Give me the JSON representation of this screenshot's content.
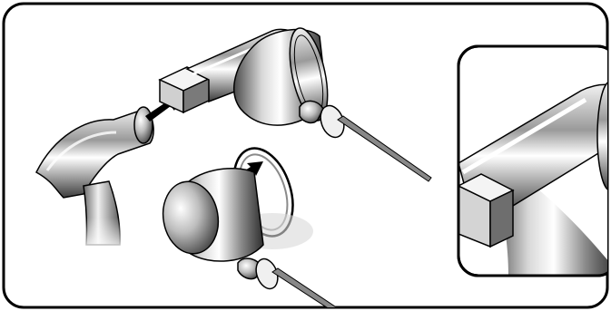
{
  "illustration": {
    "main_panel": {
      "parts": [
        "hammer-head",
        "handle",
        "block-adapter",
        "cylinder-head",
        "ring",
        "pin",
        "arrows"
      ]
    },
    "detail_panel": {
      "parts": [
        "handle-closeup",
        "block-closeup",
        "cylinder-edge-closeup"
      ]
    },
    "colors": {
      "frame": "#000000",
      "background": "#ffffff",
      "metal_dark": "#3a3a3a",
      "metal_light": "#e8e8e8",
      "shadow": "#bdbdbd"
    }
  }
}
